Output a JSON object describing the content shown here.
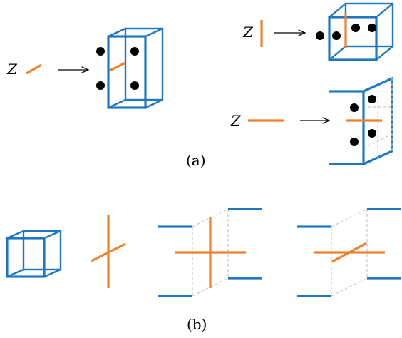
{
  "labels": {
    "z_left": "Z",
    "z_top_right": "Z",
    "z_mid_right": "Z",
    "panel_a": "(a)",
    "panel_b": "(b)"
  },
  "colors": {
    "blue": "#1f77c4",
    "orange": "#f07f2c",
    "dashed_gray": "#c8c8c8",
    "dot": "#000000"
  }
}
